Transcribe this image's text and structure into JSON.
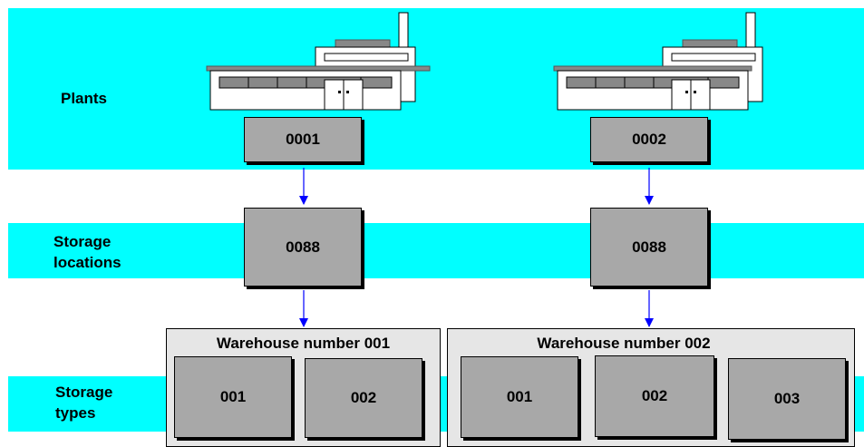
{
  "rows": {
    "plants": "Plants",
    "storage_locations_line1": "Storage",
    "storage_locations_line2": "locations",
    "storage_types_line1": "Storage",
    "storage_types_line2": "types"
  },
  "plants": [
    {
      "code": "0001",
      "storage_location": "0088",
      "warehouse": {
        "title": "Warehouse number 001",
        "storage_types": [
          "001",
          "002"
        ]
      }
    },
    {
      "code": "0002",
      "storage_location": "0088",
      "warehouse": {
        "title": "Warehouse number 002",
        "storage_types": [
          "001",
          "002",
          "003"
        ]
      }
    }
  ],
  "colors": {
    "band": "#00ffff",
    "box": "#a8a8a8",
    "warehouse": "#e6e6e6",
    "arrow": "#0000ff"
  }
}
